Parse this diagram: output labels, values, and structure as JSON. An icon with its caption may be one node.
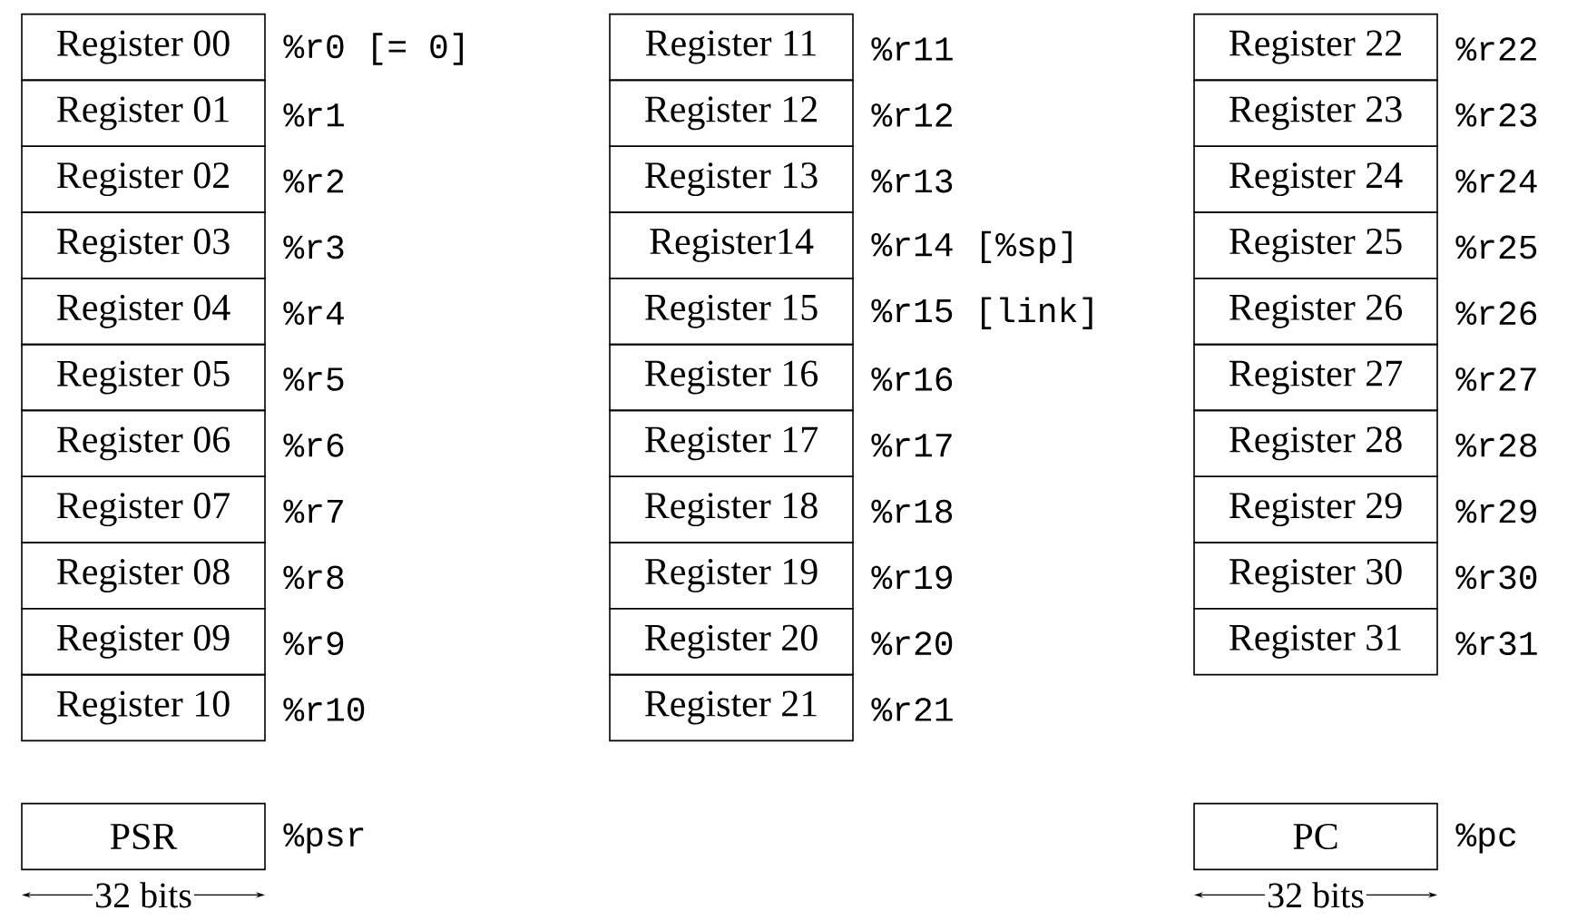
{
  "diagram": {
    "nodes": [
      {
        "text": [
          "Register 00"
        ],
        "beside": [
          "%r0 [= 0]"
        ]
      },
      {
        "text": [
          "Register 01"
        ],
        "beside": [
          "%r1"
        ]
      },
      {
        "text": [
          "Register 02"
        ],
        "beside": [
          "%r2"
        ]
      },
      {
        "text": [
          "Register 03"
        ],
        "beside": [
          "%r3"
        ]
      },
      {
        "text": [
          "Register 04"
        ],
        "beside": [
          "%r4"
        ]
      },
      {
        "text": [
          "Register 05"
        ],
        "beside": [
          "%r5"
        ]
      },
      {
        "text": [
          "Register 06"
        ],
        "beside": [
          "%r6"
        ]
      },
      {
        "text": [
          "Register 07"
        ],
        "beside": [
          "%r7"
        ]
      },
      {
        "text": [
          "Register 08"
        ],
        "beside": [
          "%r8"
        ]
      },
      {
        "text": [
          "Register 09"
        ],
        "beside": [
          "%r9"
        ]
      },
      {
        "text": [
          "Register 10"
        ],
        "beside": [
          "%r10"
        ]
      },
      {
        "text": [
          "Register 11"
        ],
        "beside": [
          "%r11"
        ]
      },
      {
        "text": [
          "Register 12"
        ],
        "beside": [
          "%r12"
        ]
      },
      {
        "text": [
          "Register 13"
        ],
        "beside": [
          "%r13"
        ]
      },
      {
        "text": [
          "Register14"
        ],
        "beside": [
          "%r14 [%sp]"
        ]
      },
      {
        "text": [
          "Register 15"
        ],
        "beside": [
          "%r15 [link]"
        ]
      },
      {
        "text": [
          "Register 16"
        ],
        "beside": [
          "%r16"
        ]
      },
      {
        "text": [
          "Register 17"
        ],
        "beside": [
          "%r17"
        ]
      },
      {
        "text": [
          "Register 18"
        ],
        "beside": [
          "%r18"
        ]
      },
      {
        "text": [
          "Register 19"
        ],
        "beside": [
          "%r19"
        ]
      },
      {
        "text": [
          "Register 20"
        ],
        "beside": [
          "%r20"
        ]
      },
      {
        "text": [
          "Register 21"
        ],
        "beside": [
          "%r21"
        ]
      },
      {
        "text": [
          "Register 22"
        ],
        "beside": [
          "%r22"
        ]
      },
      {
        "text": [
          "Register 23"
        ],
        "beside": [
          "%r23"
        ]
      },
      {
        "text": [
          "Register 24"
        ],
        "beside": [
          "%r24"
        ]
      },
      {
        "text": [
          "Register 25"
        ],
        "beside": [
          "%r25"
        ]
      },
      {
        "text": [
          "Register 26"
        ],
        "beside": [
          "%r26"
        ]
      },
      {
        "text": [
          "Register 27"
        ],
        "beside": [
          "%r27"
        ]
      },
      {
        "text": [
          "Register 28"
        ],
        "beside": [
          "%r28"
        ]
      },
      {
        "text": [
          "Register 29"
        ],
        "beside": [
          "%r29"
        ]
      },
      {
        "text": [
          "Register 30"
        ],
        "beside": [
          "%r30"
        ]
      },
      {
        "text": [
          "Register 31"
        ],
        "beside": [
          "%r31"
        ]
      },
      {
        "text": [
          "PSR"
        ],
        "beside": [
          "%psr"
        ]
      },
      {
        "text": [
          "PC"
        ],
        "beside": [
          "%pc"
        ]
      }
    ],
    "labels": [
      "32 bits",
      "32 bits"
    ]
  }
}
